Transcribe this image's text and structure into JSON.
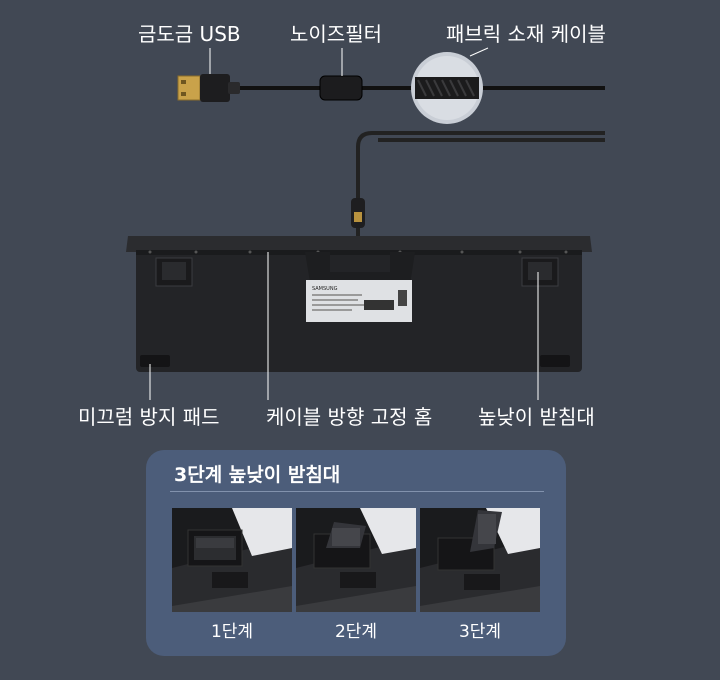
{
  "labels": {
    "gold_usb": "금도금 USB",
    "noise_filter": "노이즈필터",
    "fabric_cable": "패브릭 소재 케이블",
    "anti_slip_pad": "미끄럼 방지 패드",
    "cable_groove": "케이블 방향 고정 홈",
    "tilt_stand": "높낮이 받침대"
  },
  "sticker": {
    "brand": "SAMSUNG"
  },
  "panel": {
    "title": "3단계 높낮이 받침대",
    "stages": [
      {
        "label": "1단계",
        "level": 1
      },
      {
        "label": "2단계",
        "level": 2
      },
      {
        "label": "3단계",
        "level": 3
      }
    ]
  },
  "colors": {
    "background": "#414854",
    "panel": "#4c5d7a",
    "keyboard": "#232427",
    "gold": "#b8923e",
    "text": "#ffffff"
  }
}
